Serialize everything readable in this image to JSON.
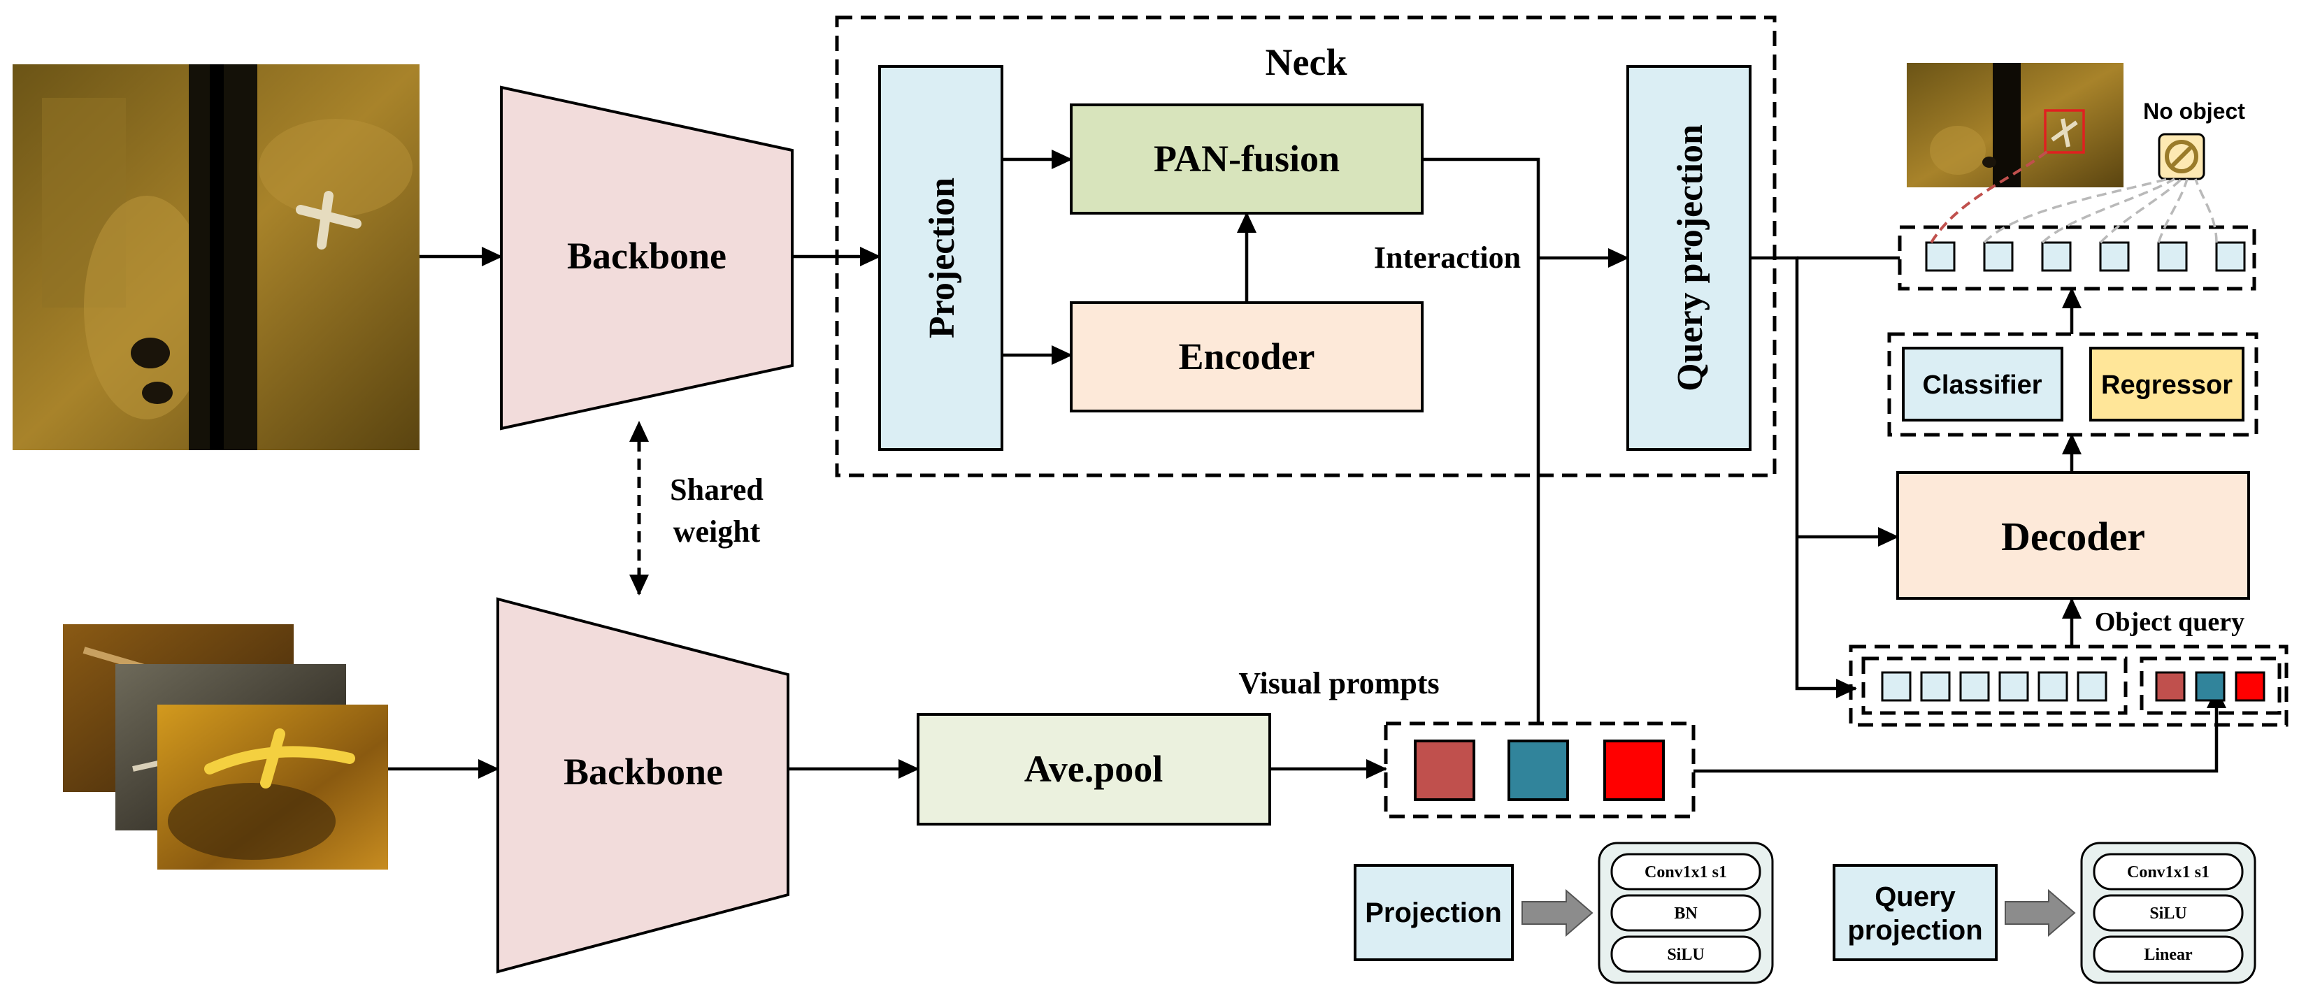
{
  "neck": {
    "title": "Neck"
  },
  "blocks": {
    "backbone_top": "Backbone",
    "backbone_bottom": "Backbone",
    "projection": "Projection",
    "pan_fusion": "PAN-fusion",
    "encoder": "Encoder",
    "query_projection": "Query projection",
    "decoder": "Decoder",
    "classifier": "Classifier",
    "regressor": "Regressor",
    "ave_pool": "Ave.pool"
  },
  "labels": {
    "shared_weight_line1": "Shared",
    "shared_weight_line2": "weight",
    "interaction": "Interaction",
    "visual_prompts": "Visual prompts",
    "object_query": "Object query",
    "no_object": "No object"
  },
  "legend": {
    "projection": {
      "name": "Projection",
      "layers": [
        "Conv1x1 s1",
        "BN",
        "SiLU"
      ]
    },
    "query_projection": {
      "name_line1": "Query",
      "name_line2": "projection",
      "layers": [
        "Conv1x1 s1",
        "SiLU",
        "Linear"
      ]
    }
  },
  "colors": {
    "backbone": "#f2dcdb",
    "projection": "#dbeef4",
    "pan_fusion": "#d8e4bc",
    "encoder": "#fde9d9",
    "decoder": "#fde9d9",
    "classifier": "#dbeef4",
    "regressor": "#ffe699",
    "ave_pool": "#ebf1de",
    "prompt_1": "#c0504d",
    "prompt_2": "#31849b",
    "prompt_3": "#ff0000",
    "query_cell": "#dbeef4",
    "legend_panel": "#e8f1ef"
  }
}
